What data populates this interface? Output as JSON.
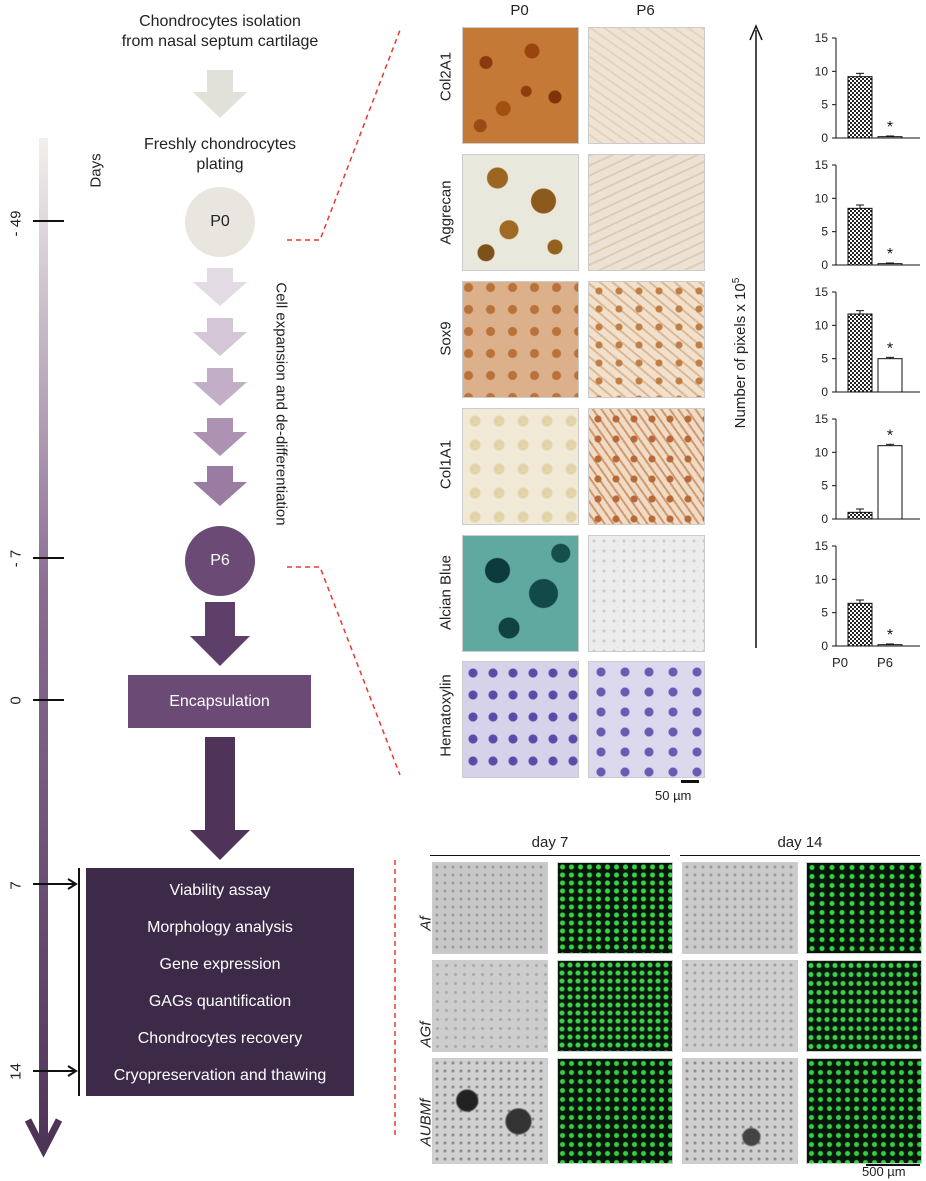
{
  "flow": {
    "isolation": "Chondrocytes isolation\nfrom nasal septum cartilage",
    "plating": "Freshly chondrocytes\nplating",
    "p0": "P0",
    "p6": "P6",
    "expansion": "Cell expansion and de-differentiation",
    "encapsulation": "Encapsulation"
  },
  "timeline": {
    "axis_label": "Days",
    "ticks": [
      "- 49",
      "- 7",
      "0",
      "7",
      "14"
    ]
  },
  "assays": [
    "Viability assay",
    "Morphology analysis",
    "Gene expression",
    "GAGs quantification",
    "Chondrocytes recovery",
    "Cryopreservation and thawing"
  ],
  "stains": {
    "col_headers": [
      "P0",
      "P6"
    ],
    "rows": [
      "Col2A1",
      "Aggrecan",
      "Sox9",
      "Col1A1",
      "Alcian Blue",
      "Hematoxylin"
    ],
    "scalebar": "50 µm"
  },
  "viability": {
    "col_headers": [
      "day 7",
      "day 14"
    ],
    "rows": [
      "Af",
      "AGf",
      "AUBMf"
    ],
    "scalebar": "500 µm"
  },
  "colors": {
    "p0_circle": "#e8e6df",
    "p6_circle": "#6b4a76",
    "assay_box": "#3c2a48",
    "dashed_connector": "#e8392f",
    "fluorescence": "#2ecc40"
  },
  "chart_data": [
    {
      "type": "bar",
      "categories": [
        "P0",
        "P6"
      ],
      "values": [
        9.2,
        0.2
      ],
      "errors": [
        0.5,
        0.1
      ],
      "significance": [
        "",
        "*"
      ],
      "ylim": [
        0,
        15
      ],
      "yticks": [
        0,
        5,
        10,
        15
      ]
    },
    {
      "type": "bar",
      "categories": [
        "P0",
        "P6"
      ],
      "values": [
        8.5,
        0.2
      ],
      "errors": [
        0.5,
        0.1
      ],
      "significance": [
        "",
        "*"
      ],
      "ylim": [
        0,
        15
      ],
      "yticks": [
        0,
        5,
        10,
        15
      ]
    },
    {
      "type": "bar",
      "categories": [
        "P0",
        "P6"
      ],
      "values": [
        11.7,
        5.0
      ],
      "errors": [
        0.5,
        0.2
      ],
      "significance": [
        "",
        "*"
      ],
      "ylim": [
        0,
        15
      ],
      "yticks": [
        0,
        5,
        10,
        15
      ]
    },
    {
      "type": "bar",
      "categories": [
        "P0",
        "P6"
      ],
      "values": [
        1.0,
        11.0
      ],
      "errors": [
        0.5,
        0.2
      ],
      "significance": [
        "",
        "*"
      ],
      "ylim": [
        0,
        15
      ],
      "yticks": [
        0,
        5,
        10,
        15
      ]
    },
    {
      "type": "bar",
      "categories": [
        "P0",
        "P6"
      ],
      "values": [
        6.4,
        0.2
      ],
      "errors": [
        0.5,
        0.1
      ],
      "significance": [
        "",
        "*"
      ],
      "ylim": [
        0,
        15
      ],
      "yticks": [
        0,
        5,
        10,
        15
      ],
      "ylabel": "Number of pixels x 10^5"
    }
  ],
  "chart_common": {
    "ylabel": "Number of pixels x 10",
    "ylabel_sup": "5",
    "xlabels": [
      "P0",
      "P6"
    ]
  }
}
